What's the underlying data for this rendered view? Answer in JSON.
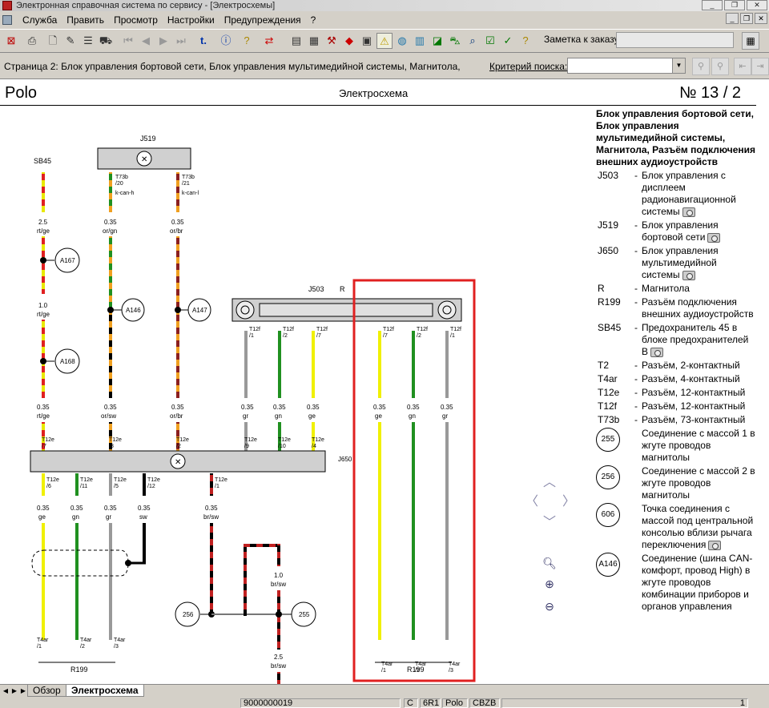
{
  "window": {
    "title": "Электронная справочная система по сервису - [Электросхемы]"
  },
  "menu": [
    "Служба",
    "Править",
    "Просмотр",
    "Настройки",
    "Предупреждения",
    "?"
  ],
  "toolbar": {
    "note_label": "Заметка к заказу:",
    "note_value": ""
  },
  "pagebar": {
    "title": "Страница 2: Блок управления бортовой сети, Блок управления мультимедийной системы, Магнитола,",
    "criteria_label": "Критерий поиска:",
    "criteria_value": ""
  },
  "doc": {
    "model": "Polo",
    "type": "Электросхема",
    "number": "№  13 / 2"
  },
  "schematic": {
    "labels": {
      "sb45": "SB45",
      "j519": "J519",
      "j503": "J503",
      "r": "R",
      "j650": "J650",
      "r199a": "R199",
      "r199b": "R199",
      "a167": "A167",
      "a146": "A146",
      "a147": "A147",
      "a168": "A168",
      "c256a": "256",
      "c255": "255"
    },
    "wires": [
      {
        "id": "w-sb45-top",
        "gauge": "2.5",
        "color": "rt/ge"
      },
      {
        "id": "w-sb45-mid",
        "gauge": "1.0",
        "color": "rt/ge"
      },
      {
        "id": "w-sb45-bot",
        "gauge": "0.35",
        "color": "rt/ge"
      },
      {
        "id": "w-canh-top",
        "gauge": "0.35",
        "color": "or/gn"
      },
      {
        "id": "w-canh-bot",
        "gauge": "0.35",
        "color": "or/sw"
      },
      {
        "id": "w-canl-top",
        "gauge": "0.35",
        "color": "or/br"
      },
      {
        "id": "w-canl-bot",
        "gauge": "0.35",
        "color": "or/br"
      },
      {
        "id": "w-t12f9",
        "gauge": "0.35",
        "color": "gr"
      },
      {
        "id": "w-t12f10",
        "gauge": "0.35",
        "color": "gn"
      },
      {
        "id": "w-t12f4",
        "gauge": "0.35",
        "color": "ge"
      },
      {
        "id": "w-r-ge",
        "gauge": "0.35",
        "color": "ge"
      },
      {
        "id": "w-r-gn",
        "gauge": "0.35",
        "color": "gn"
      },
      {
        "id": "w-r-gr",
        "gauge": "0.35",
        "color": "gr"
      },
      {
        "id": "w-t4-ge",
        "gauge": "0.35",
        "color": "ge"
      },
      {
        "id": "w-t4-gn",
        "gauge": "0.35",
        "color": "gn"
      },
      {
        "id": "w-t4-gr",
        "gauge": "0.35",
        "color": "gr"
      },
      {
        "id": "w-t4-sw",
        "gauge": "0.35",
        "color": "sw"
      },
      {
        "id": "w-gnd1",
        "gauge": "0.35",
        "color": "br/sw"
      },
      {
        "id": "w-gnd2",
        "gauge": "1.0",
        "color": "br/sw"
      },
      {
        "id": "w-gnd3",
        "gauge": "2.5",
        "color": "br/sw"
      }
    ],
    "pins": {
      "t73b20": "T73b\n/20",
      "t73b21": "T73b\n/21",
      "canh": "k-can-h",
      "canl": "k-can-l",
      "t12f1a": "T12f\n/1",
      "t12f2a": "T12f\n/2",
      "t12f7a": "T12f\n/7",
      "t12f7b": "T12f\n/7",
      "t12f2b": "T12f\n/2",
      "t12f1b": "T12f\n/1",
      "t12e7": "T12e\n/7",
      "t12e8": "T12e\n/8",
      "t12e2": "T12e\n/2",
      "t12e9": "T12e\n/9",
      "t12e10": "T12e\n/10",
      "t12e4": "T12e\n/4",
      "t12e6": "T12e\n/6",
      "t12e11": "T12e\n/11",
      "t12e5": "T12e\n/5",
      "t12e12": "T12e\n/12",
      "t12e1": "T12e\n/1",
      "t4ar1a": "T4ar\n/1",
      "t4ar2a": "T4ar\n/2",
      "t4ar3a": "T4ar\n/3",
      "t4ar1b": "T4ar\n/1",
      "t4ar2b": "T4ar\n/2",
      "t4ar3b": "T4ar\n/3"
    },
    "highlight_color": "#e02020"
  },
  "legend": {
    "heading": "Блок управления бортовой сети, Блок управления мультимедийной системы, Магнитола, Разъём подключения внешних аудиоустройств",
    "items": [
      {
        "code": "J503",
        "text": "Блок управления с дисплеем радионавигационной системы",
        "camera": true
      },
      {
        "code": "J519",
        "text": "Блок управления бортовой сети",
        "camera": true
      },
      {
        "code": "J650",
        "text": "Блок управления мультимедийной системы",
        "camera": true
      },
      {
        "code": "R",
        "text": "Магнитола",
        "camera": false
      },
      {
        "code": "R199",
        "text": "Разъём подключения внешних аудиоустройств",
        "camera": false
      },
      {
        "code": "SB45",
        "text": "Предохранитель 45 в блоке предохранителей В",
        "camera": true
      },
      {
        "code": "T2",
        "text": "Разъём, 2-контактный",
        "camera": false
      },
      {
        "code": "T4ar",
        "text": "Разъём, 4-контактный",
        "camera": false
      },
      {
        "code": "T12e",
        "text": "Разъём, 12-контактный",
        "camera": false
      },
      {
        "code": "T12f",
        "text": "Разъём, 12-контактный",
        "camera": false
      },
      {
        "code": "T73b",
        "text": "Разъём, 73-контактный",
        "camera": false
      }
    ],
    "circ_items": [
      {
        "code": "255",
        "text": "Соединение с массой 1 в жгуте проводов магнитолы",
        "camera": false
      },
      {
        "code": "256",
        "text": "Соединение с массой 2 в жгуте проводов магнитолы",
        "camera": false
      },
      {
        "code": "606",
        "text": "Точка соединения с массой под центральной консолью вблизи рычага переключения",
        "camera": true
      },
      {
        "code": "A146",
        "text": "Соединение (шина CAN-комфорт, провод High) в жгуте проводов комбинации приборов и органов управления",
        "camera": false
      }
    ]
  },
  "tabs": [
    "Обзор",
    "Электросхема"
  ],
  "status": [
    "9000000019",
    "C",
    "6R1",
    "Polo",
    "CBZB",
    "1"
  ]
}
